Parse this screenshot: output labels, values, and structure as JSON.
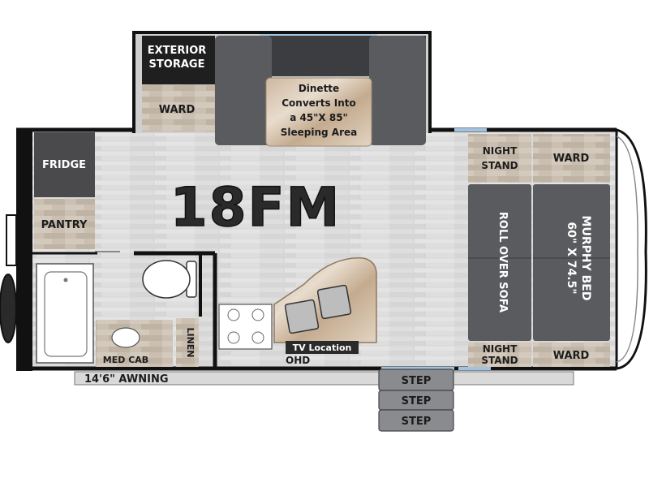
{
  "model": "18FM",
  "labels": {
    "exterior_storage_line1": "EXTERIOR",
    "exterior_storage_line2": "STORAGE",
    "ward_slide": "WARD",
    "dinette_line1": "Dinette",
    "dinette_line2": "Converts Into",
    "dinette_line3": "a 45\"X 85\"",
    "dinette_line4": "Sleeping Area",
    "fridge": "FRIDGE",
    "pantry": "PANTRY",
    "night_stand_top_line1": "NIGHT",
    "night_stand_top_line2": "STAND",
    "ward_top_right": "WARD",
    "roll_over_sofa": "ROLL OVER SOFA",
    "murphy_bed_line1": "MURPHY BED",
    "murphy_bed_line2": "60\" X 74.5\"",
    "night_stand_bottom_line1": "NIGHT",
    "night_stand_bottom_line2": "STAND",
    "ward_bottom_right": "WARD",
    "med_cab": "MED CAB",
    "linen": "LINEN",
    "tv_location": "TV Location",
    "ohd": "OHD",
    "awning": "14'6\" AWNING",
    "step1": "STEP",
    "step2": "STEP",
    "step3": "STEP"
  },
  "colors": {
    "wall": "#111111",
    "floor": "#dcdcdc",
    "cabinet_dark": "#4a4a4d",
    "cushion": "#5a5b5e",
    "wood": "#c9bfb2",
    "counter": "#d8c2a8",
    "step": "#8a8b8e"
  }
}
